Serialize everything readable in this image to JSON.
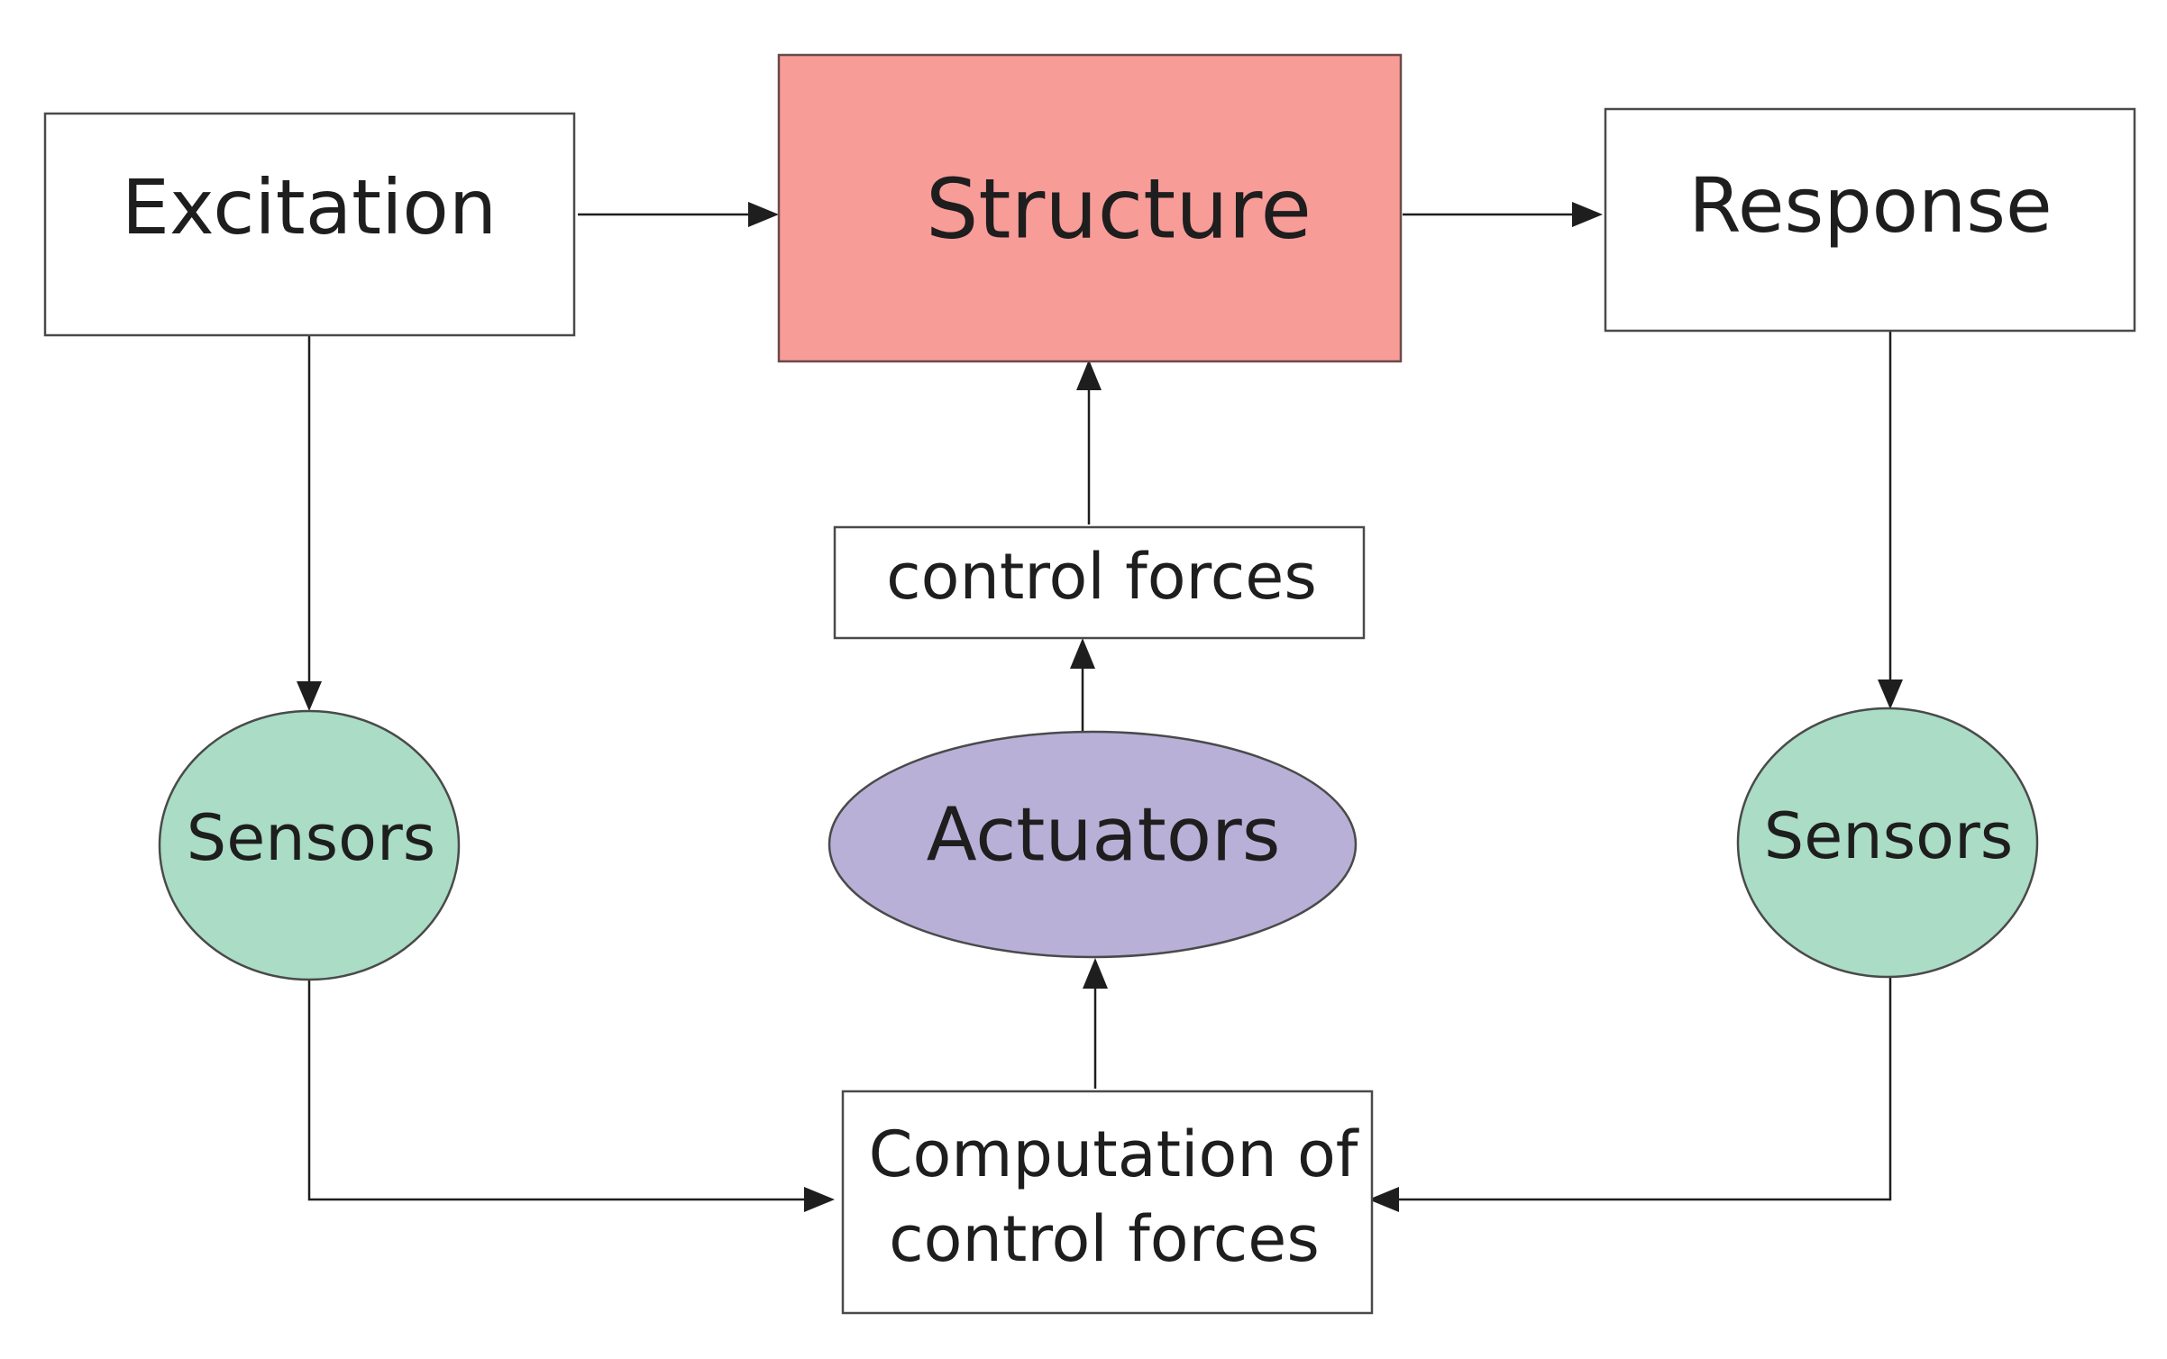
{
  "nodes": {
    "excitation": {
      "label": "Excitation"
    },
    "structure": {
      "label": "Structure"
    },
    "response": {
      "label": "Response"
    },
    "control_forces": {
      "label": "control forces"
    },
    "sensors_left": {
      "label": "Sensors"
    },
    "actuators": {
      "label": "Actuators"
    },
    "sensors_right": {
      "label": "Sensors"
    },
    "computation": {
      "line1": "Computation of",
      "line2": "control forces"
    }
  },
  "colors": {
    "structure_fill": "#f89c98",
    "sensors_fill": "#aadcc6",
    "actuators_fill": "#b9b0d8",
    "box_fill": "#ffffff",
    "line": "#1e1e1e"
  }
}
